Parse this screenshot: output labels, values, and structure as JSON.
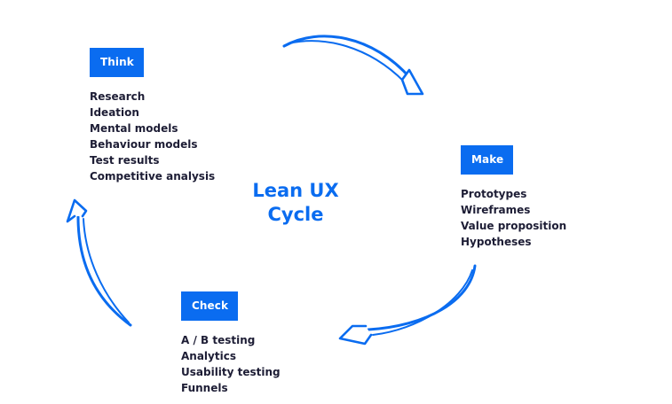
{
  "title": {
    "line1": "Lean UX",
    "line2": "Cycle"
  },
  "colors": {
    "accent": "#0a6cf0",
    "text": "#1d1d35",
    "background": "#ffffff"
  },
  "phases": {
    "think": {
      "label": "Think",
      "items": [
        "Research",
        "Ideation",
        "Mental models",
        "Behaviour models",
        "Test results",
        "Competitive analysis"
      ]
    },
    "make": {
      "label": "Make",
      "items": [
        "Prototypes",
        "Wireframes",
        "Value proposition",
        "Hypotheses"
      ]
    },
    "check": {
      "label": "Check",
      "items": [
        "A / B testing",
        "Analytics",
        "Usability testing",
        "Funnels"
      ]
    }
  },
  "arrows": [
    {
      "name": "think-to-make-arrow",
      "icon": "curved-arrow-icon",
      "direction": "clockwise"
    },
    {
      "name": "make-to-check-arrow",
      "icon": "curved-arrow-icon",
      "direction": "clockwise"
    },
    {
      "name": "check-to-think-arrow",
      "icon": "curved-arrow-icon",
      "direction": "clockwise"
    }
  ]
}
